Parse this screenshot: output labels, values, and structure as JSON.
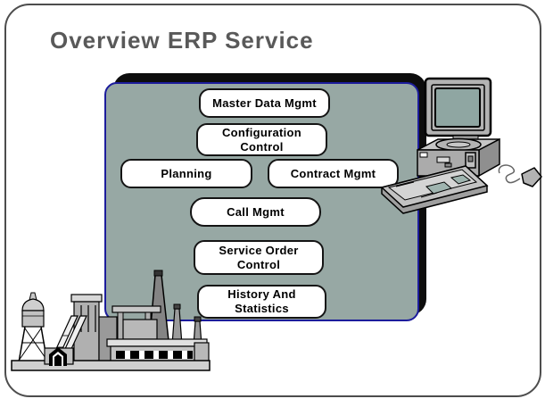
{
  "slide": {
    "title": "Overview ERP Service"
  },
  "diagram": {
    "boxes": [
      {
        "id": "master-data-mgmt",
        "label": "Master Data Mgmt"
      },
      {
        "id": "configuration-control",
        "label": "Configuration Control"
      },
      {
        "id": "planning",
        "label": "Planning"
      },
      {
        "id": "contract-mgmt",
        "label": "Contract Mgmt"
      },
      {
        "id": "call-mgmt",
        "label": "Call Mgmt"
      },
      {
        "id": "service-order-control",
        "label": "Service Order Control"
      },
      {
        "id": "history-and-statistics",
        "label": "History And Statistics"
      }
    ],
    "panel_fill": "#97a8a4",
    "panel_border": "#1c1c9c",
    "panel_shadow": "#0d0d0d",
    "box_fill": "#ffffff",
    "box_border": "#141414",
    "title_color": "#595959",
    "slide_border": "#4d4d4d"
  },
  "icons": [
    {
      "name": "desktop-computer-clipart",
      "description": "CRT monitor, system unit, keyboard and mouse"
    },
    {
      "name": "factory-clipart",
      "description": "factory with water tower, buildings and smokestacks"
    }
  ]
}
